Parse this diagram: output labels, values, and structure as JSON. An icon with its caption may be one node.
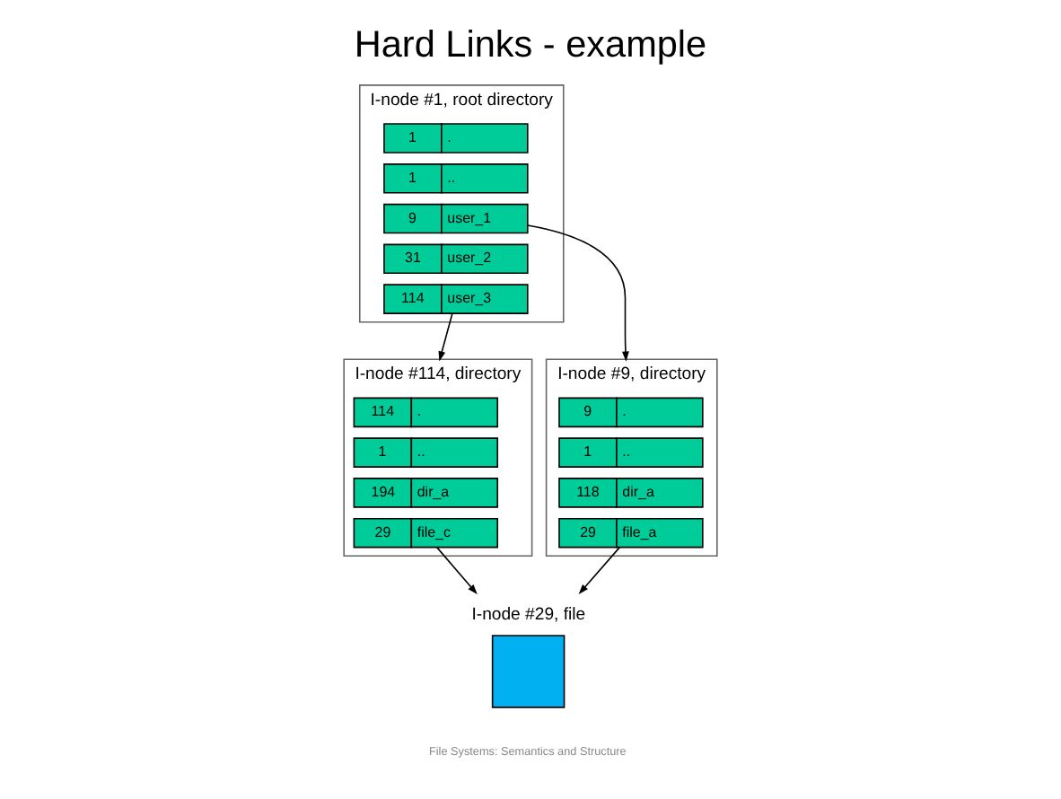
{
  "diagram": {
    "title": "Hard Links - example",
    "nodes": [
      {
        "text": [
          "I-node #1, root directory"
        ]
      },
      {
        "text": [
          "1",
          "."
        ],
        "in": 0
      },
      {
        "text": [
          "1",
          ".."
        ],
        "in": 0
      },
      {
        "text": [
          "9",
          "user_1"
        ],
        "in": 0
      },
      {
        "text": [
          "31",
          "user_2"
        ],
        "in": 0
      },
      {
        "text": [
          "114",
          "user_3"
        ],
        "in": 0
      },
      {
        "text": [
          "I-node #9, directory"
        ]
      },
      {
        "text": [
          "9",
          "."
        ],
        "in": 6
      },
      {
        "text": [
          "1",
          ".."
        ],
        "in": 6
      },
      {
        "text": [
          "118",
          "dir_a"
        ],
        "in": 6
      },
      {
        "text": [
          "29",
          "file_a"
        ],
        "in": 6
      },
      {
        "text": [
          "I-node #29, file"
        ]
      },
      {
        "text": [
          "I-node #114, directory"
        ]
      },
      {
        "text": [
          "114",
          "."
        ],
        "in": 12
      },
      {
        "text": [
          "1",
          ".."
        ],
        "in": 12
      },
      {
        "text": [
          "194",
          "dir_a"
        ],
        "in": 12
      },
      {
        "text": [
          "29",
          "file_c"
        ],
        "in": 12
      }
    ],
    "edges": [
      {
        "from": 3,
        "to": 6,
        "arrow": "to"
      },
      {
        "from": 5,
        "to": 12,
        "arrow": "to"
      },
      {
        "from": 10,
        "to": 11,
        "arrow": "to"
      },
      {
        "from": 16,
        "to": 11,
        "arrow": "to"
      }
    ],
    "labels": [
      "File Systems: Semantics and Structure"
    ]
  }
}
